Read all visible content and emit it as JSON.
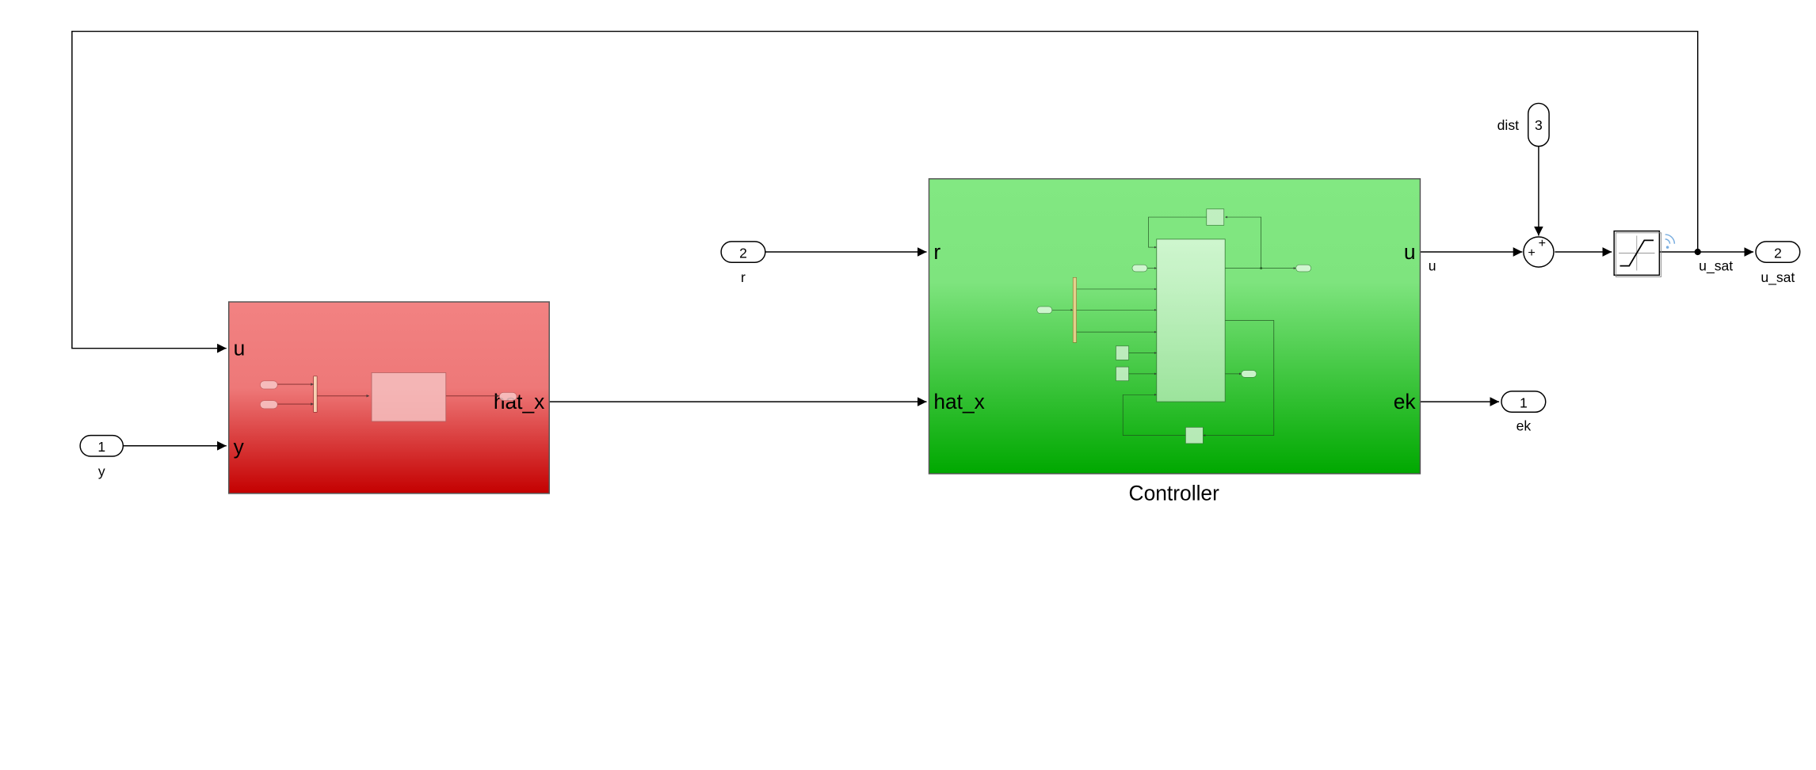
{
  "inports": {
    "y": {
      "number": "1",
      "name": "y"
    },
    "r": {
      "number": "2",
      "name": "r"
    },
    "dist": {
      "number": "3",
      "name": "dist"
    }
  },
  "outports": {
    "ek": {
      "number": "1",
      "name": "ek"
    },
    "u_sat": {
      "number": "2",
      "name": "u_sat"
    }
  },
  "observer": {
    "inputs": [
      "u",
      "y"
    ],
    "output": "hat_x",
    "color_top": "#f28282",
    "color_bottom": "#c40000"
  },
  "controller": {
    "title": "Controller",
    "inputs": [
      "r",
      "hat_x"
    ],
    "outputs": [
      "u",
      "ek"
    ],
    "color_top": "#82e882",
    "color_bottom": "#00a800"
  },
  "signals": {
    "u": "u",
    "u_sat": "u_sat"
  }
}
